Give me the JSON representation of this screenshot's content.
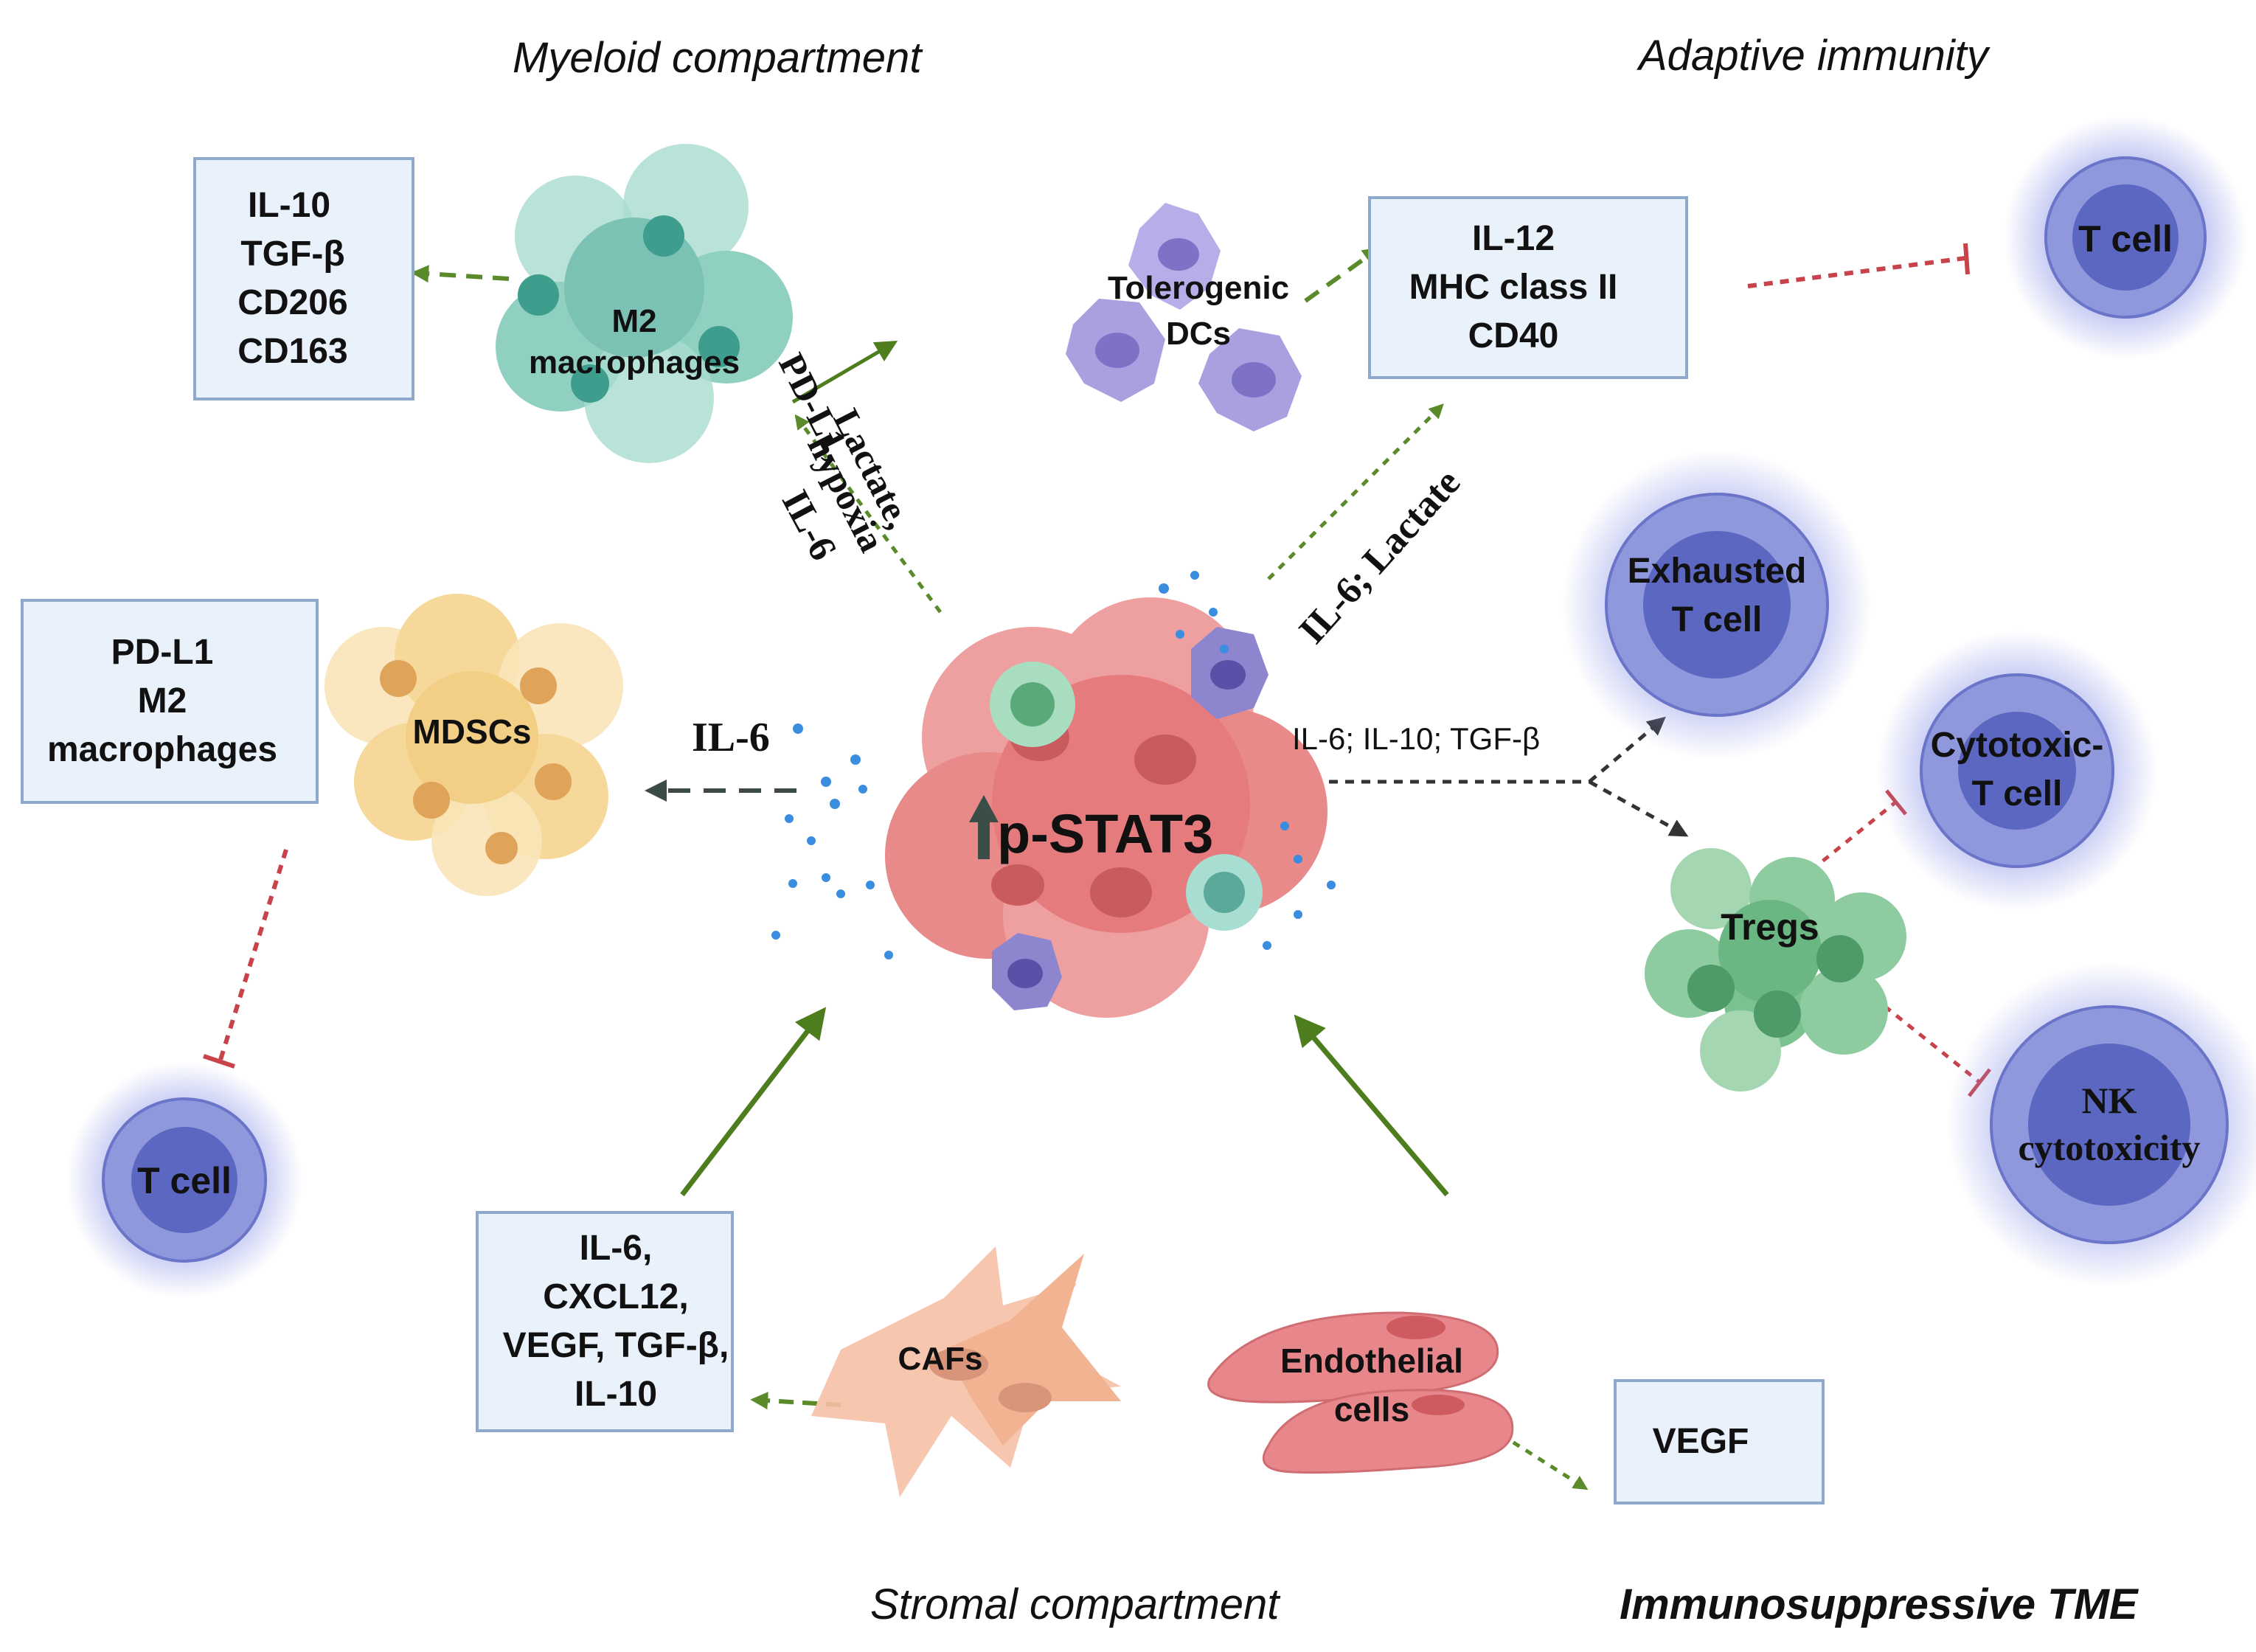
{
  "headings": {
    "myeloid": "Myeloid compartment",
    "adaptive": "Adaptive immunity",
    "stromal": "Stromal compartment",
    "tme": "Immunosuppressive TME"
  },
  "center": {
    "label": "p-STAT3"
  },
  "boxes": {
    "m2_markers": [
      "IL-10",
      "TGF-β",
      "CD206",
      "CD163"
    ],
    "dc_markers": [
      "IL-12",
      "MHC class II",
      "CD40"
    ],
    "mdsc_markers": [
      "PD-L1",
      "M2",
      "macrophages"
    ],
    "caf_markers": [
      "IL-6,",
      "CXCL12,",
      "VEGF, TGF-β,",
      "IL-10"
    ],
    "endo_markers": [
      "VEGF"
    ]
  },
  "cells": {
    "m2": [
      "M2",
      "macrophages"
    ],
    "dcs": [
      "Tolerogenic",
      "DCs"
    ],
    "mdscs": "MDSCs",
    "cafs": "CAFs",
    "endothelial": [
      "Endothelial",
      "cells"
    ],
    "tregs": "Tregs",
    "tcell_top": "T cell",
    "tcell_left": "T cell",
    "exhausted": [
      "Exhausted",
      "T cell"
    ],
    "cytotoxic": [
      "Cytotoxic-",
      "T cell"
    ],
    "nk": [
      "NK",
      "cytotoxicity"
    ]
  },
  "signals": {
    "pdl1_line1": "PD-L1,",
    "pdl1_line2": "Lactate,",
    "pdl1_line3": "hypoxia",
    "il6_diag": "IL-6",
    "il6_lactate": "IL-6; Lactate",
    "il6_left": "IL-6",
    "il6_il10_tgfb": "IL-6; IL-10; TGF-β"
  },
  "colors": {
    "up_arrow": "#4e7d1e",
    "down_arrow": "#d0312d",
    "inhibit": "#c8424a",
    "box_fill": "#e9f1fb",
    "box_border": "#8fa9cc",
    "tcell_outer": "#8f98dc",
    "tcell_inner": "#5c67c2",
    "tumor": "#e8898a",
    "m2": "#7cc2b4",
    "mdsc": "#f6d99a",
    "caf": "#f5c0a5",
    "endothelial": "#e8878b",
    "treg": "#6ab783",
    "dc": "#a9a0e0"
  }
}
